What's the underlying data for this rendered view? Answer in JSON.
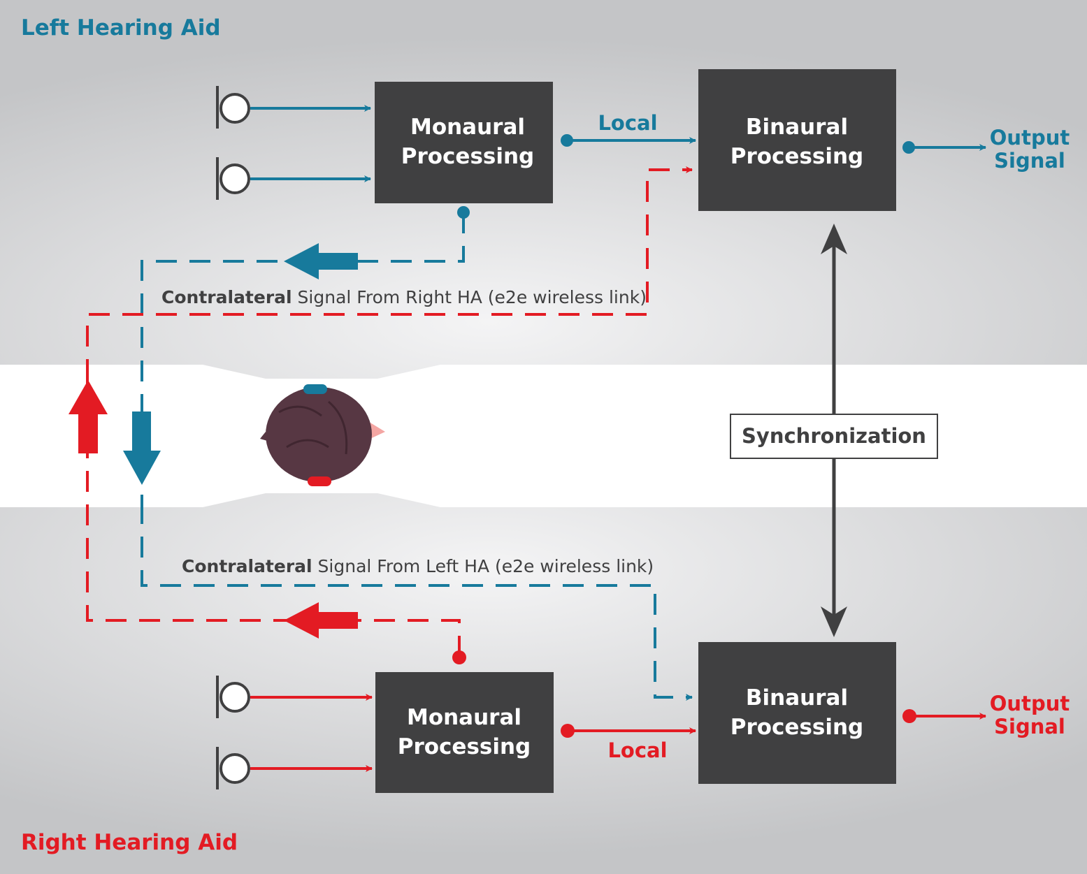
{
  "colors": {
    "left": "#177a9c",
    "right": "#e31b23",
    "box": "#404041",
    "text_dark": "#404041",
    "panel_edge": "#c6c7c9",
    "panel_center": "#f3f3f4"
  },
  "left_aid": {
    "title": "Left Hearing Aid",
    "monaural_line1": "Monaural",
    "monaural_line2": "Processing",
    "binaural_line1": "Binaural",
    "binaural_line2": "Processing",
    "local_label": "Local",
    "output_line1": "Output",
    "output_line2": "Signal",
    "link_bold": "Contralateral",
    "link_rest": " Signal From Right HA (e2e wireless link)"
  },
  "right_aid": {
    "title": "Right Hearing Aid",
    "monaural_line1": "Monaural",
    "monaural_line2": "Processing",
    "binaural_line1": "Binaural",
    "binaural_line2": "Processing",
    "local_label": "Local",
    "output_line1": "Output",
    "output_line2": "Signal",
    "link_bold": "Contralateral",
    "link_rest": " Signal From Left HA (e2e wireless link)"
  },
  "sync_label": "Synchronization",
  "icons": {
    "microphone": "microphone-icon",
    "head": "head-top-view-icon"
  }
}
